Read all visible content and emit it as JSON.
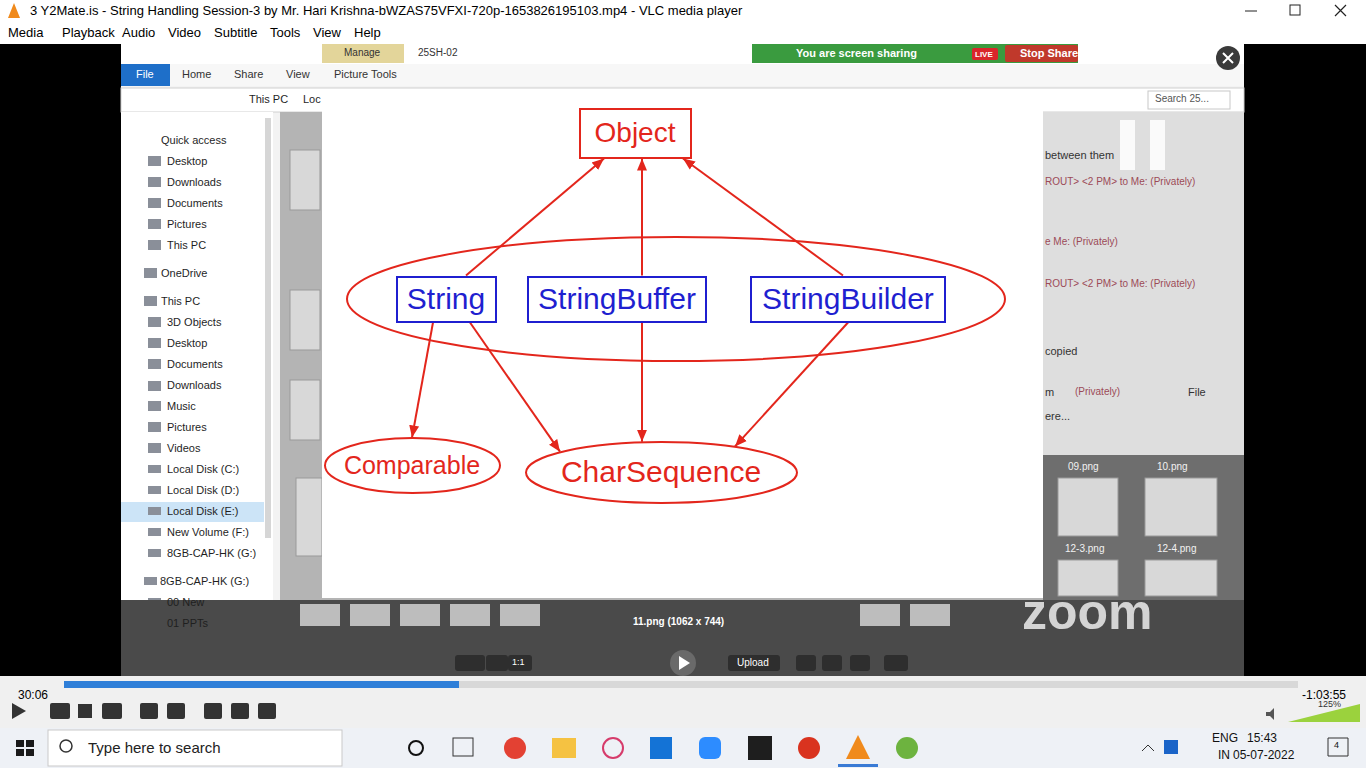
{
  "diagram": {
    "nodes": [
      {
        "text": [
          "Object"
        ]
      },
      {
        "text": [
          "String"
        ]
      },
      {
        "text": [
          "StringBuffer"
        ]
      },
      {
        "text": [
          "StringBuilder"
        ]
      },
      {
        "text": [
          "Comparable"
        ]
      },
      {
        "text": [
          "CharSequence"
        ]
      }
    ],
    "edges": [
      {
        "from": 1,
        "to": 0,
        "arrow": "to"
      },
      {
        "from": 2,
        "to": 0,
        "arrow": "to"
      },
      {
        "from": 3,
        "to": 0,
        "arrow": "to"
      },
      {
        "from": 1,
        "to": 4,
        "arrow": "to"
      },
      {
        "from": 1,
        "to": 5,
        "arrow": "to"
      },
      {
        "from": 2,
        "to": 5,
        "arrow": "to"
      },
      {
        "from": 3,
        "to": 5,
        "arrow": "to"
      }
    ],
    "labels": [
      "3 Y2Mate.is - String Handling Session-3  by Mr. Hari Krishna-bWZAS75VFXI-720p-1653826195103.mp4 - VLC media player",
      "Media",
      "Playback",
      "Audio",
      "Video",
      "Subtitle",
      "Tools",
      "View",
      "Help",
      "Manage",
      "25SH-02",
      "File",
      "Home",
      "Share",
      "View",
      "Picture Tools",
      "This PC",
      "Loc",
      "Search 25...",
      "Quick access",
      "Desktop",
      "Downloads",
      "Documents",
      "Pictures",
      "This PC",
      "OneDrive",
      "This PC",
      "3D Objects",
      "Desktop",
      "Documents",
      "Downloads",
      "Music",
      "Pictures",
      "Videos",
      "Local Disk (C:)",
      "Local Disk (D:)",
      "Local Disk (E:)",
      "New Volume (F:)",
      "8GB-CAP-HK (G:)",
      "8GB-CAP-HK (G:)",
      "00 New",
      "01 PPTs",
      "You are screen sharing",
      "LIVE",
      "Stop Share",
      "between them",
      "ROUT> <2 PM> to Me: (Privately)",
      "e Me: (Privately)",
      "ROUT> <2 PM> to Me: (Privately)",
      "copied",
      "m",
      "(Privately)",
      "File",
      "ere...",
      "09.png",
      "10.png",
      "12-3.png",
      "12-4.png",
      "11.png (1062 x 744)",
      "1:1",
      "Upload",
      "zoom",
      "30:06",
      "-1:03:55",
      "125%",
      "Type here to search",
      "ENG",
      "IN",
      "15:43",
      "05-07-2022",
      "4"
    ]
  }
}
